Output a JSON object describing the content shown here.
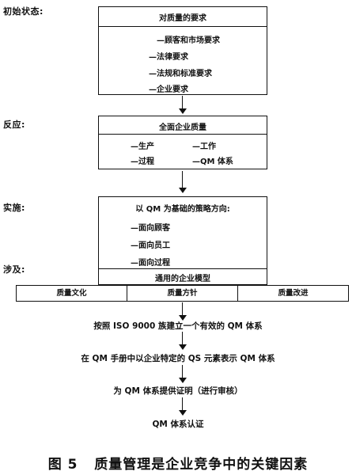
{
  "labels": {
    "initial_state": "初始状态:",
    "reaction": "反应:",
    "implementation": "实施:",
    "involves": "涉及:"
  },
  "box1": {
    "title": "对质量的要求",
    "items": [
      "—顾客和市场要求",
      "—法律要求",
      "—法规和标准要求",
      "—企业要求"
    ]
  },
  "box2": {
    "title": "全面企业质量",
    "items": [
      "—生产",
      "—工作",
      "—过程",
      "—QM 体系"
    ]
  },
  "box3": {
    "title": "以 QM 为基础的策略方向:",
    "items": [
      "—面向顾客",
      "—面向员工",
      "—面向过程"
    ],
    "footer": "通用的企业模型"
  },
  "row": {
    "cells": [
      "质量文化",
      "质量方针",
      "质量改进"
    ]
  },
  "flow": {
    "steps": [
      "按照 ISO 9000 族建立一个有效的 QM 体系",
      "在 QM 手册中以企业特定的 QS 元素表示 QM 体系",
      "为 QM 体系提供证明（进行审核）",
      "QM 体系认证"
    ]
  },
  "caption": {
    "number": "图 5",
    "text": "质量管理是企业竞争中的关键因素"
  }
}
